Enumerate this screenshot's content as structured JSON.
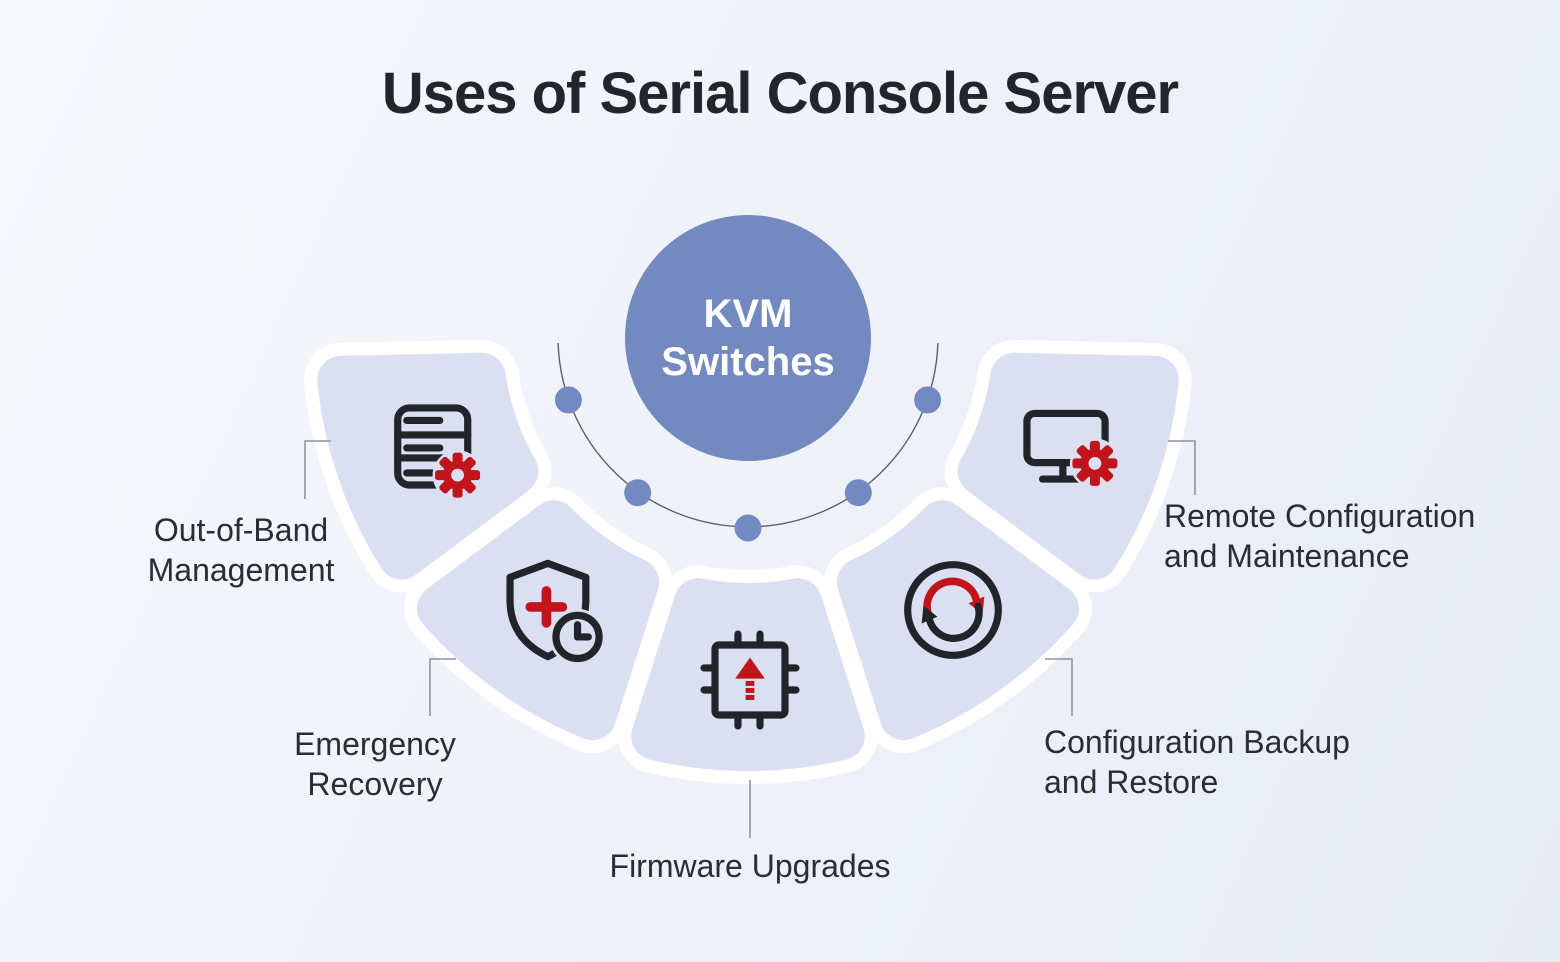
{
  "title": "Uses of Serial Console Server",
  "center": {
    "lines": [
      "KVM",
      "Switches"
    ]
  },
  "items": [
    {
      "id": "out-of-band-management",
      "icon": "server-gear-icon",
      "lines": [
        "Out-of-Band",
        "Management"
      ]
    },
    {
      "id": "emergency-recovery",
      "icon": "shield-plus-clock-icon",
      "lines": [
        "Emergency",
        "Recovery"
      ]
    },
    {
      "id": "firmware-upgrades",
      "icon": "chip-upload-icon",
      "lines": [
        "Firmware Upgrades"
      ]
    },
    {
      "id": "configuration-backup-and-restore",
      "icon": "sync-arrows-icon",
      "lines": [
        "Configuration Backup",
        "and Restore"
      ]
    },
    {
      "id": "remote-configuration-and-maintenance",
      "icon": "monitor-gear-icon",
      "lines": [
        "Remote Configuration",
        "and Maintenance"
      ]
    }
  ],
  "colors": {
    "background_top": "#f6f8fc",
    "background_bottom": "#e7ebf5",
    "title_text": "#23252a",
    "label_text": "#2a2d33",
    "center_circle": "#7389bf",
    "center_text": "#ffffff",
    "petal": "#dadff2",
    "petal_halo": "#ffffff",
    "dot": "#7289c2",
    "arc_line": "#5c6067",
    "connector_line": "#8e939c",
    "icon_dark": "#212429",
    "icon_red": "#c2151b"
  }
}
